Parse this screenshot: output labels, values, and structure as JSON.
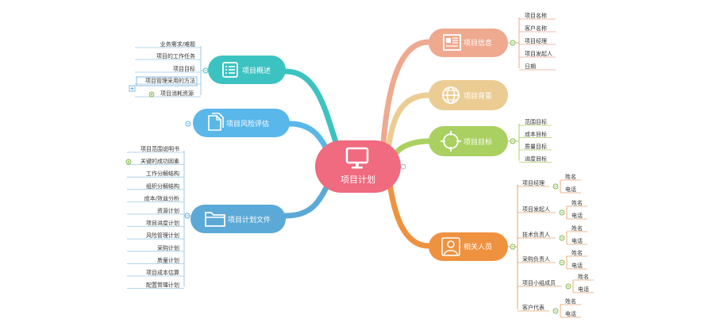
{
  "center": {
    "label": "项目计划",
    "color": "#f06a80"
  },
  "colors": {
    "overview": "#3cc3c1",
    "risk": "#5ab7ea",
    "plan_files": "#5ba9d6",
    "info": "#eea98f",
    "background": "#ebcd93",
    "goals": "#a9d060",
    "people": "#ef9240",
    "leaf_line": "#9cc9e6",
    "people_line": "#e7a36c",
    "goals_line": "#a9d060"
  },
  "left_nodes": {
    "overview": {
      "label": "项目概述",
      "icon": "list-icon"
    },
    "risk": {
      "label": "项目风险评估",
      "icon": "documents-icon"
    },
    "plan_files": {
      "label": "项目计划文件",
      "icon": "folder-icon"
    }
  },
  "right_nodes": {
    "info": {
      "label": "项目信息",
      "icon": "newspaper-icon"
    },
    "background": {
      "label": "项目背景",
      "icon": "globe-icon"
    },
    "goals": {
      "label": "项目目标",
      "icon": "target-icon"
    },
    "people": {
      "label": "相关人员",
      "icon": "person-icon"
    }
  },
  "overview_items": [
    "业务需求/难题",
    "项目的工作任务",
    "项目目标",
    "项目管理采用的方法",
    "项目消耗资源"
  ],
  "plan_items": [
    "项目范围说明书",
    "关键的成功因素",
    "工作分解结构",
    "组织分解结构",
    "成本/效益分析",
    "资源计划",
    "项目进度计划",
    "风险管理计划",
    "采购计划",
    "质量计划",
    "项目成本估算",
    "配置管理计划"
  ],
  "info_items": [
    "项目名称",
    "客户名称",
    "项目经理",
    "项目发起人",
    "日期"
  ],
  "goals_items": [
    "范围目标",
    "成本目标",
    "质量目标",
    "进度目标"
  ],
  "people_roles": [
    "项目经理",
    "项目发起人",
    "技术负责人",
    "采购负责人",
    "项目小组成员",
    "客户代表"
  ],
  "people_fields": [
    "姓名",
    "电话"
  ]
}
